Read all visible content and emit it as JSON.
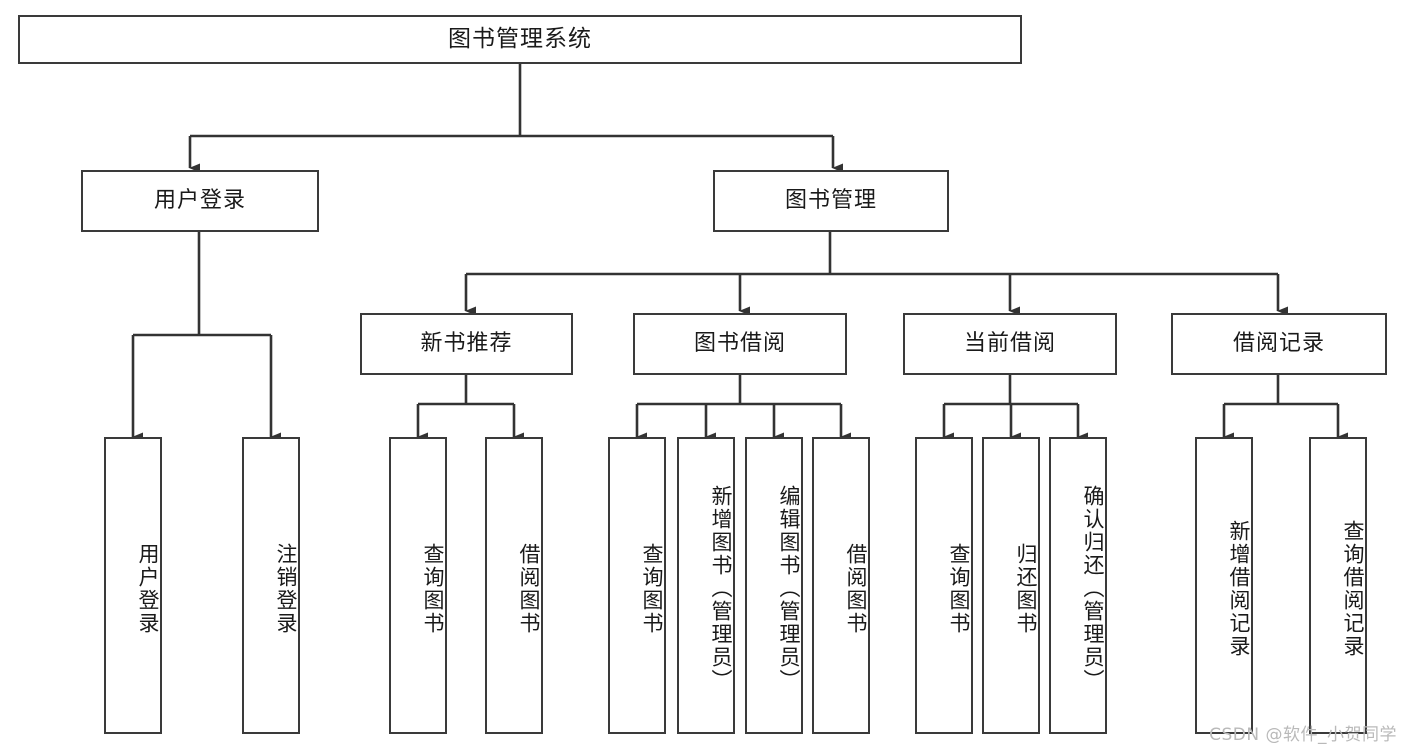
{
  "diagram": {
    "title": "图书管理系统",
    "type": "tree",
    "watermark": "CSDN @软件_小贺同学",
    "colors": {
      "box_border": "#3a3a3a",
      "box_fill": "#ffffff",
      "connector": "#333333",
      "text": "#1a1a1a",
      "watermark": "#b9b9b9",
      "background": "#ffffff"
    },
    "root": {
      "label": "图书管理系统"
    },
    "level2": [
      {
        "label": "用户登录"
      },
      {
        "label": "图书管理"
      }
    ],
    "level3": [
      {
        "label": "新书推荐"
      },
      {
        "label": "图书借阅"
      },
      {
        "label": "当前借阅"
      },
      {
        "label": "借阅记录"
      }
    ],
    "leaves": {
      "user_login": [
        {
          "label": "用户登录"
        },
        {
          "label": "注销登录"
        }
      ],
      "new_book_recommend": [
        {
          "label": "查询图书"
        },
        {
          "label": "借阅图书"
        }
      ],
      "book_borrow": [
        {
          "label": "查询图书"
        },
        {
          "label": "新增图书（管理员）"
        },
        {
          "label": "编辑图书（管理员）"
        },
        {
          "label": "借阅图书"
        }
      ],
      "current_borrow": [
        {
          "label": "查询图书"
        },
        {
          "label": "归还图书"
        },
        {
          "label": "确认归还（管理员）"
        }
      ],
      "borrow_record": [
        {
          "label": "新增借阅记录"
        },
        {
          "label": "查询借阅记录"
        }
      ]
    }
  },
  "chart_data": {
    "type": "table",
    "title": "图书管理系统 功能结构图",
    "nodes": [
      {
        "id": "root",
        "label": "图书管理系统",
        "level": 0,
        "parent": null
      },
      {
        "id": "user-login",
        "label": "用户登录",
        "level": 1,
        "parent": "root"
      },
      {
        "id": "book-manage",
        "label": "图书管理",
        "level": 1,
        "parent": "root"
      },
      {
        "id": "user-login-leaf-1",
        "label": "用户登录",
        "level": 2,
        "parent": "user-login"
      },
      {
        "id": "user-login-leaf-2",
        "label": "注销登录",
        "level": 2,
        "parent": "user-login"
      },
      {
        "id": "new-book",
        "label": "新书推荐",
        "level": 2,
        "parent": "book-manage"
      },
      {
        "id": "book-borrow",
        "label": "图书借阅",
        "level": 2,
        "parent": "book-manage"
      },
      {
        "id": "current-borrow",
        "label": "当前借阅",
        "level": 2,
        "parent": "book-manage"
      },
      {
        "id": "borrow-record",
        "label": "借阅记录",
        "level": 2,
        "parent": "book-manage"
      },
      {
        "id": "new-book-leaf-1",
        "label": "查询图书",
        "level": 3,
        "parent": "new-book"
      },
      {
        "id": "new-book-leaf-2",
        "label": "借阅图书",
        "level": 3,
        "parent": "new-book"
      },
      {
        "id": "book-borrow-leaf-1",
        "label": "查询图书",
        "level": 3,
        "parent": "book-borrow"
      },
      {
        "id": "book-borrow-leaf-2",
        "label": "新增图书（管理员）",
        "level": 3,
        "parent": "book-borrow"
      },
      {
        "id": "book-borrow-leaf-3",
        "label": "编辑图书（管理员）",
        "level": 3,
        "parent": "book-borrow"
      },
      {
        "id": "book-borrow-leaf-4",
        "label": "借阅图书",
        "level": 3,
        "parent": "book-borrow"
      },
      {
        "id": "current-borrow-leaf-1",
        "label": "查询图书",
        "level": 3,
        "parent": "current-borrow"
      },
      {
        "id": "current-borrow-leaf-2",
        "label": "归还图书",
        "level": 3,
        "parent": "current-borrow"
      },
      {
        "id": "current-borrow-leaf-3",
        "label": "确认归还（管理员）",
        "level": 3,
        "parent": "current-borrow"
      },
      {
        "id": "borrow-record-leaf-1",
        "label": "新增借阅记录",
        "level": 3,
        "parent": "borrow-record"
      },
      {
        "id": "borrow-record-leaf-2",
        "label": "查询借阅记录",
        "level": 3,
        "parent": "borrow-record"
      }
    ]
  }
}
